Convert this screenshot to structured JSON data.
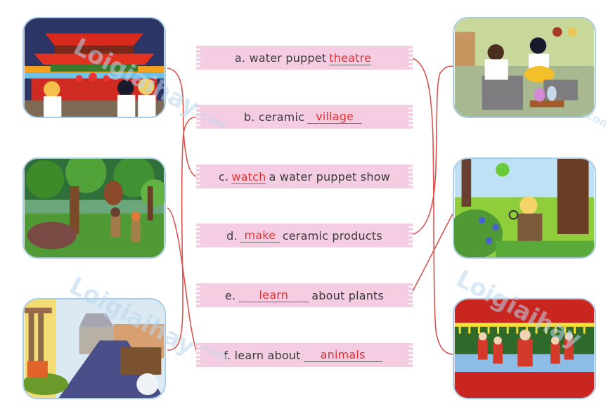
{
  "exercise": {
    "left_images": [
      {
        "id": "img-left-1",
        "description": "water puppet theatre building with children watching"
      },
      {
        "id": "img-left-2",
        "description": "forest with animals and two children"
      },
      {
        "id": "img-left-3",
        "description": "ceramic village street with pottery"
      }
    ],
    "right_images": [
      {
        "id": "img-right-1",
        "description": "children making ceramic products on pottery wheels"
      },
      {
        "id": "img-right-2",
        "description": "boy with magnifying glass looking at plants"
      },
      {
        "id": "img-right-3",
        "description": "water puppet show on stage"
      }
    ],
    "phrases": [
      {
        "letter": "a.",
        "before": "water puppet",
        "answer": "theatre",
        "after": ""
      },
      {
        "letter": "b.",
        "before": "ceramic",
        "answer": "village",
        "after": ""
      },
      {
        "letter": "c.",
        "before": "",
        "answer": "watch",
        "after": "a water puppet show"
      },
      {
        "letter": "d.",
        "before": "",
        "answer": "make",
        "after": "ceramic products"
      },
      {
        "letter": "e.",
        "before": "",
        "answer": "learn",
        "after": "about plants"
      },
      {
        "letter": "f.",
        "before": "learn about",
        "answer": "animals",
        "after": ""
      }
    ],
    "connections": [
      {
        "from": "img-left-1",
        "to": "c."
      },
      {
        "from": "img-left-2",
        "to": "f."
      },
      {
        "from": "img-left-3",
        "to": "b."
      },
      {
        "from": "a.",
        "to": "img-right-3"
      },
      {
        "from": "d.",
        "to": "img-right-1"
      },
      {
        "from": "e.",
        "to": "img-right-2"
      }
    ]
  },
  "watermark": {
    "text": "Loigiaihay",
    "suffix": ".com"
  },
  "colors": {
    "label_bg": "#f4cde3",
    "answer": "#e03131",
    "line": "#d9534f",
    "card_border": "#a9cbe6"
  }
}
